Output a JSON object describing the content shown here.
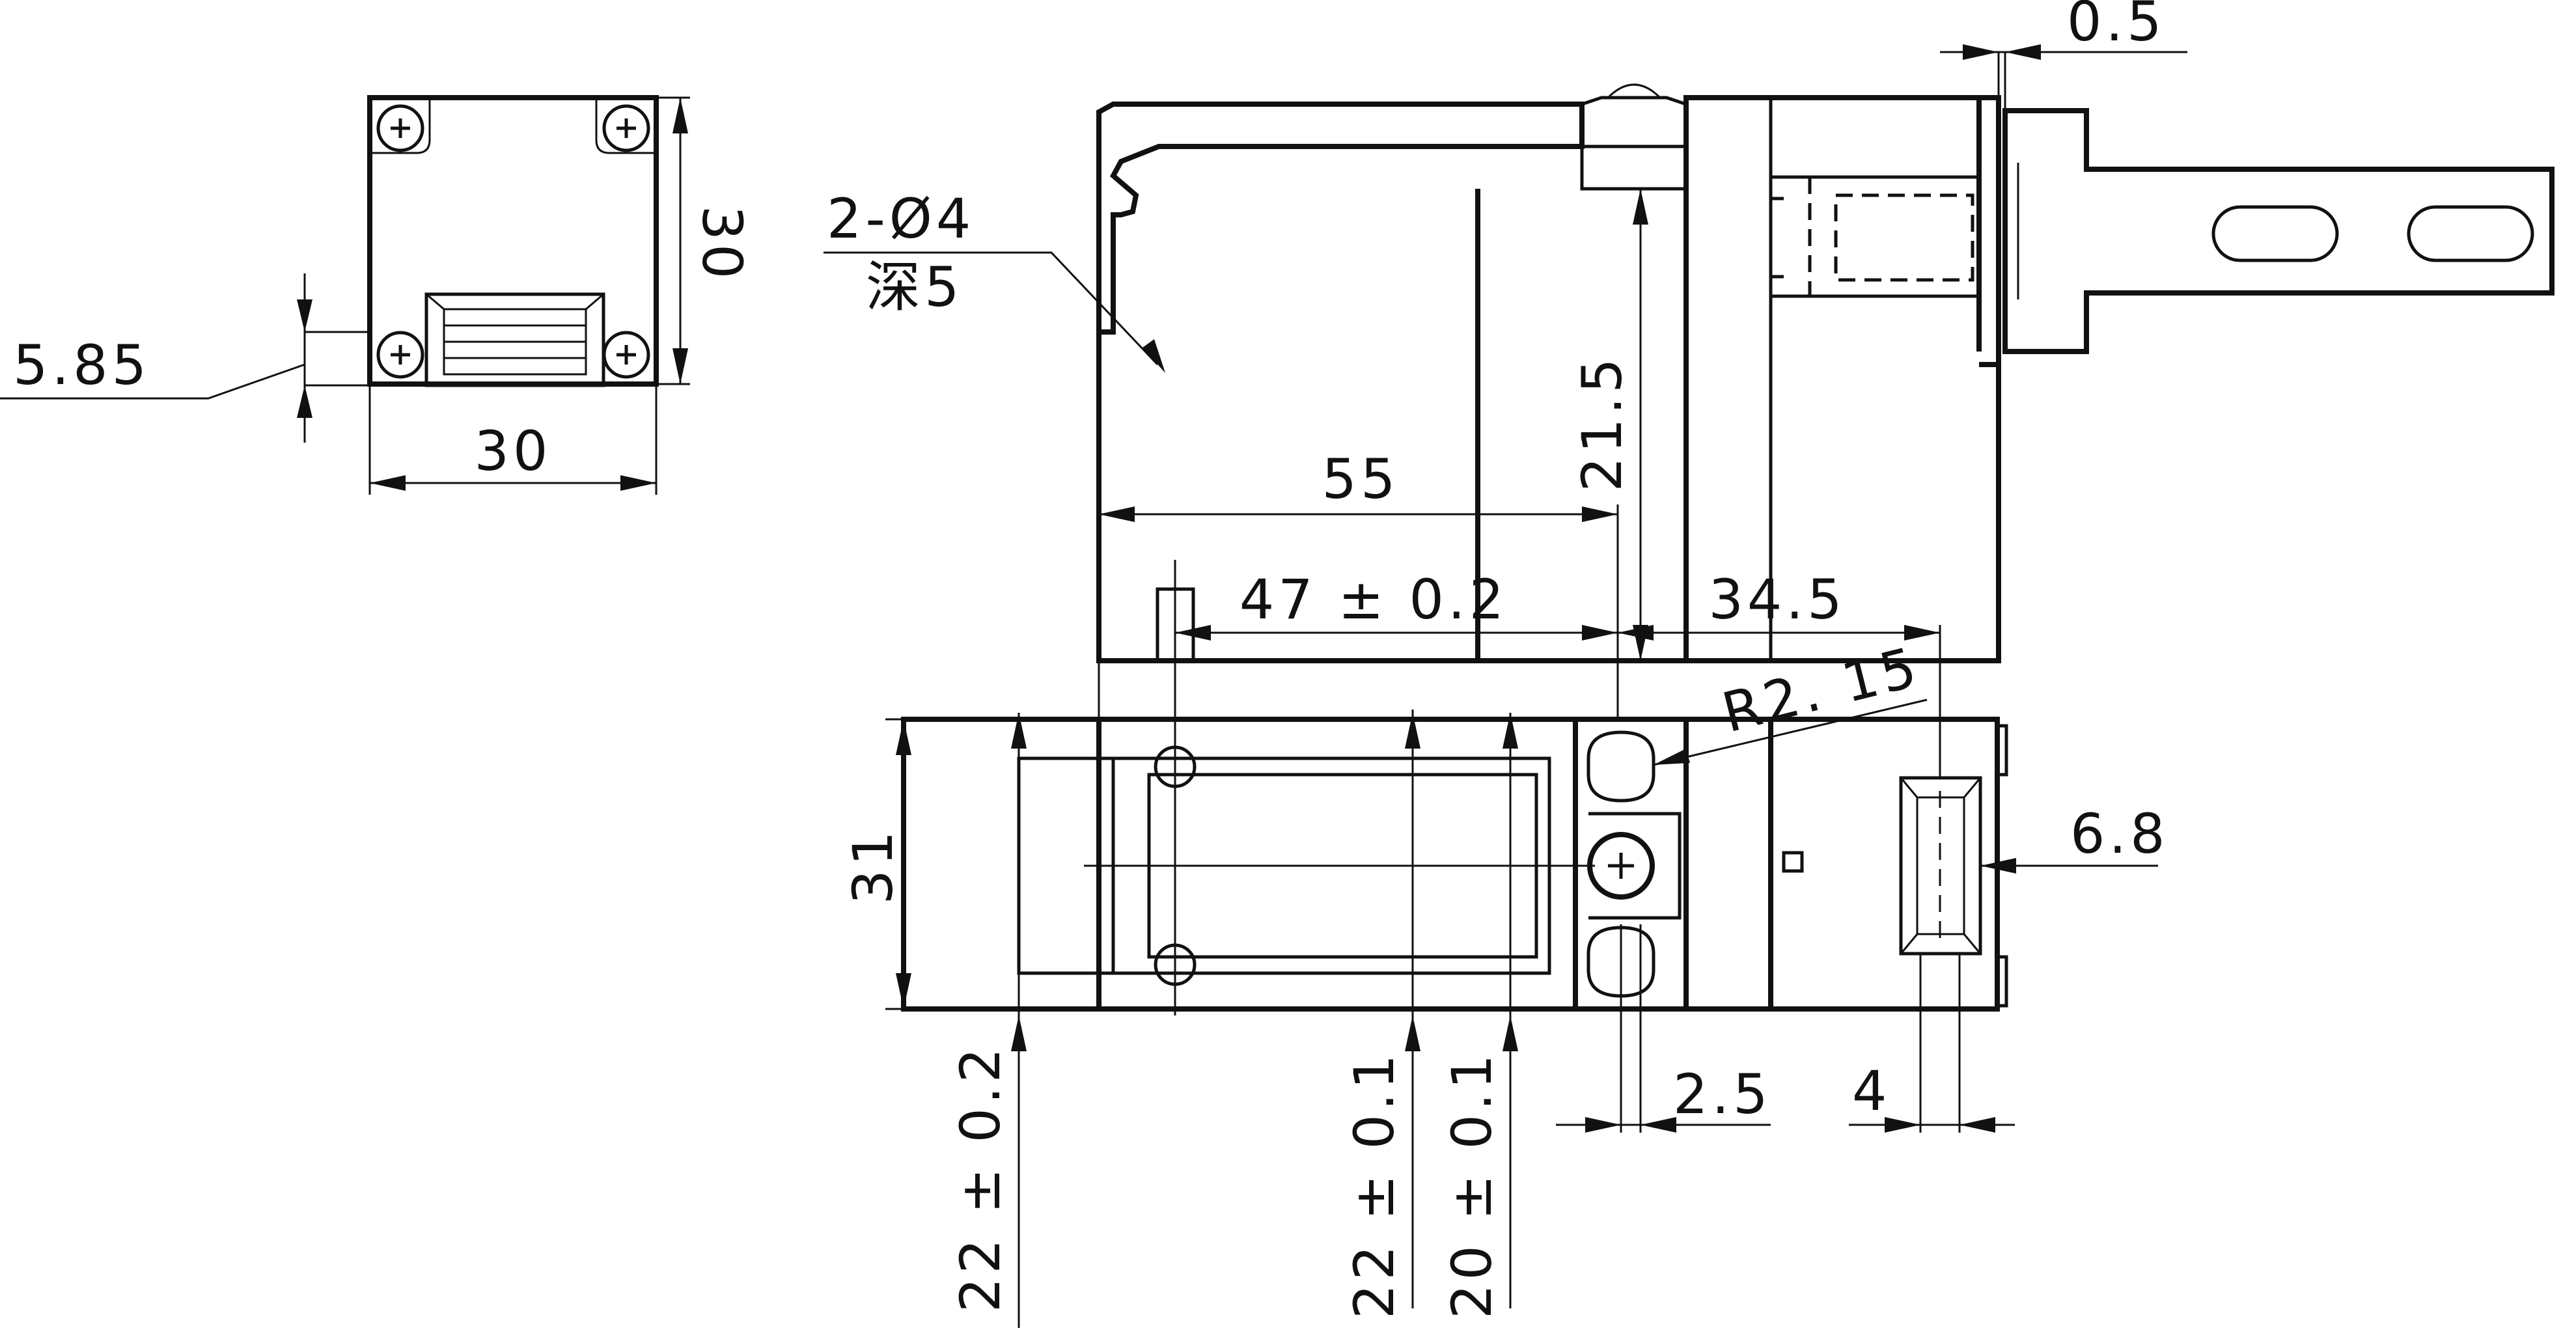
{
  "dimensions": {
    "end_width": "30",
    "end_height": "30",
    "mount_offset": "5.85",
    "cam_gap": "0.5",
    "hole_spec": "2-Ø4",
    "hole_depth": "深5",
    "side_height": "21.5",
    "overall_length": "55",
    "hole_pitch": "47 ± 0.2",
    "actuator_offset": "34.5",
    "slot_radius": "R2. 15",
    "body_width": "31",
    "slot_width": "6.8",
    "slot_gap": "2.5",
    "actuator_thickness": "4",
    "width_a": "22 ± 0.2",
    "width_b": "22 ± 0.1",
    "width_c": "20 ± 0.1"
  }
}
